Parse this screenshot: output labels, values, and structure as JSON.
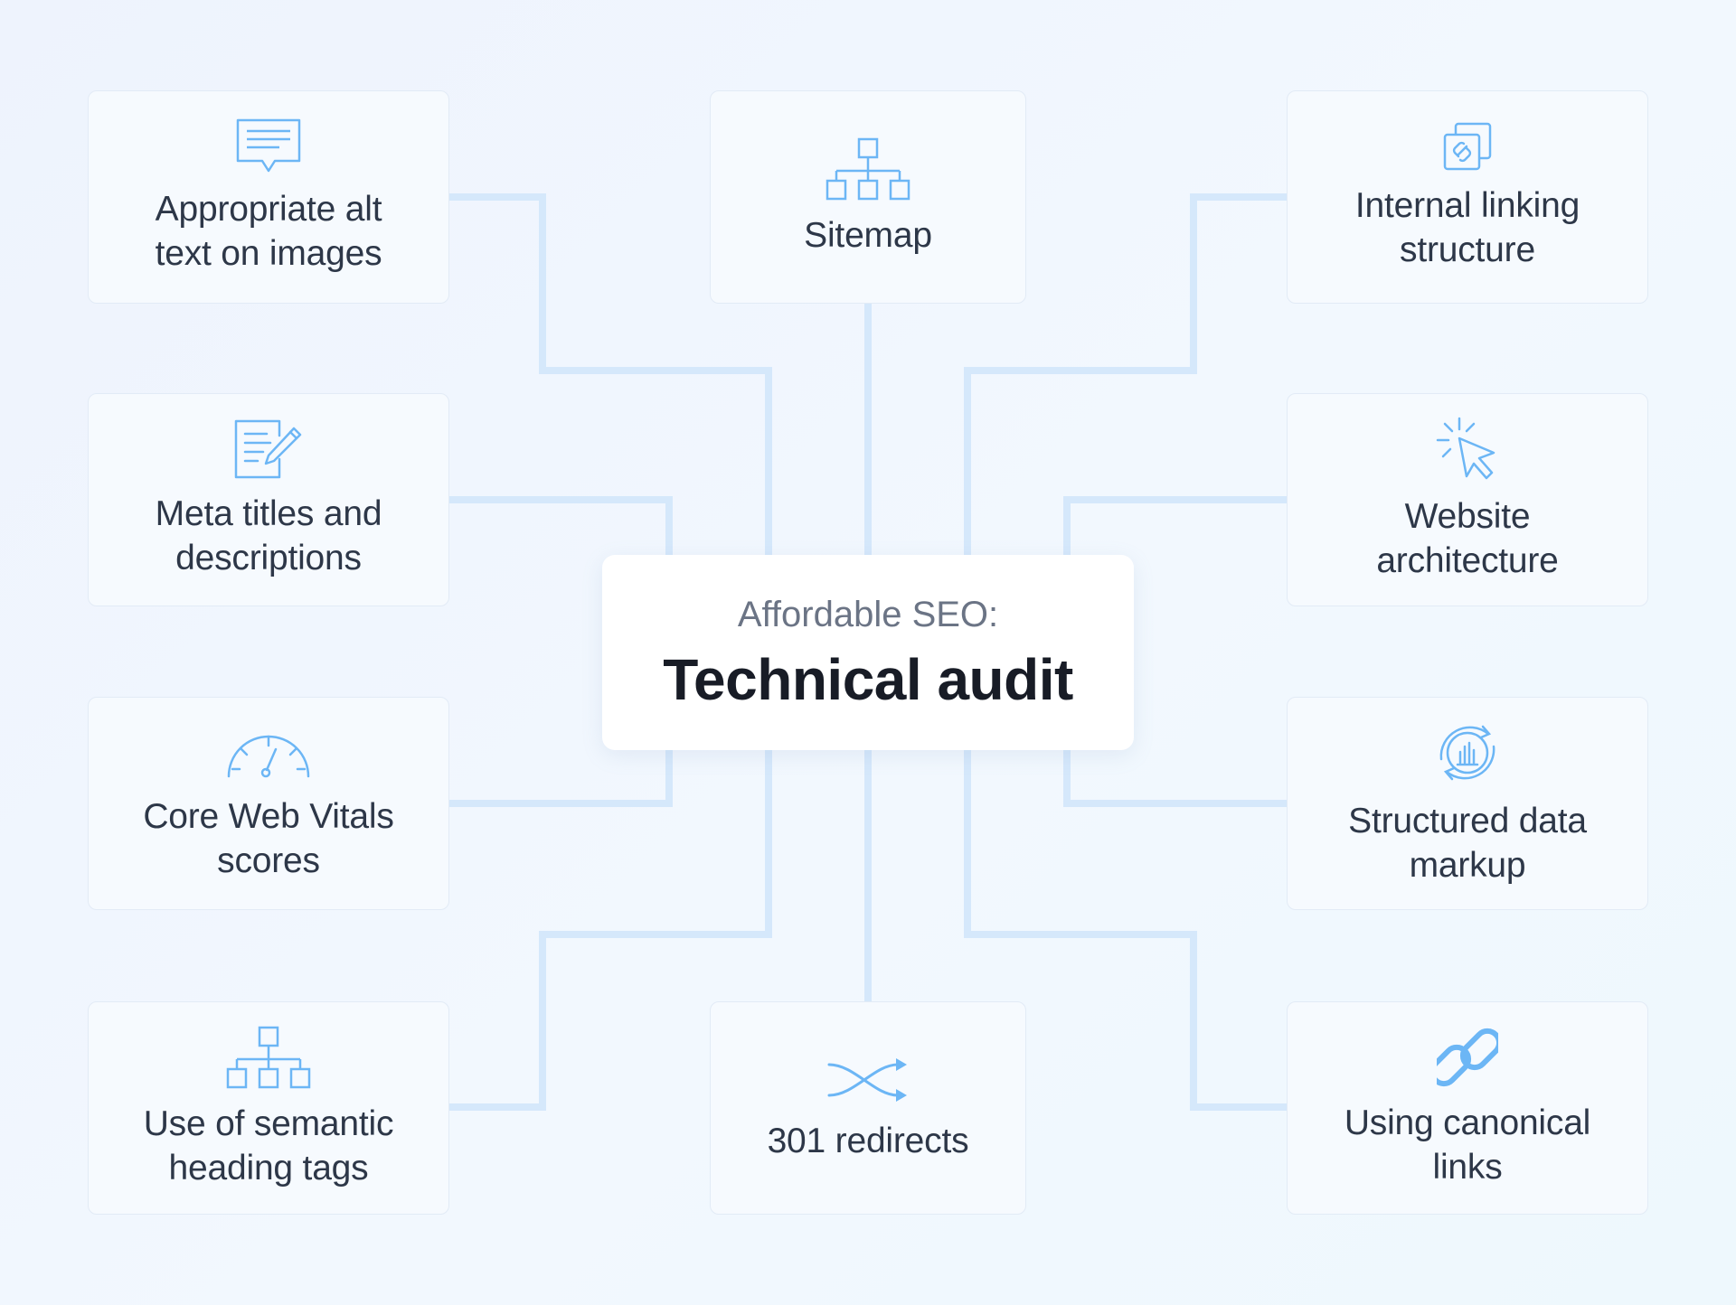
{
  "center": {
    "subtitle": "Affordable SEO:",
    "title": "Technical audit"
  },
  "items": [
    {
      "id": "alt-text",
      "label": "Appropriate alt text on images",
      "icon": "speech-bubble-icon"
    },
    {
      "id": "meta-titles",
      "label": "Meta titles and descriptions",
      "icon": "document-edit-icon"
    },
    {
      "id": "core-web-vitals",
      "label": "Core Web Vitals scores",
      "icon": "speedometer-icon"
    },
    {
      "id": "semantic-headings",
      "label": "Use of semantic heading tags",
      "icon": "hierarchy-icon"
    },
    {
      "id": "sitemap",
      "label": "Sitemap",
      "icon": "sitemap-icon"
    },
    {
      "id": "redirects",
      "label": "301 redirects",
      "icon": "shuffle-arrows-icon"
    },
    {
      "id": "internal-linking",
      "label": "Internal linking structure",
      "icon": "linked-pages-icon"
    },
    {
      "id": "website-architecture",
      "label": "Website architecture",
      "icon": "cursor-click-icon"
    },
    {
      "id": "structured-data",
      "label": "Structured data markup",
      "icon": "data-chart-cycle-icon"
    },
    {
      "id": "canonical-links",
      "label": "Using canonical links",
      "icon": "chain-link-icon"
    }
  ],
  "colors": {
    "icon": "#6cb6f5",
    "connector": "#d5e8fb",
    "card_background": "#f6fafe",
    "text": "#2d3748",
    "title": "#181c26",
    "subtitle": "#6b7485"
  }
}
